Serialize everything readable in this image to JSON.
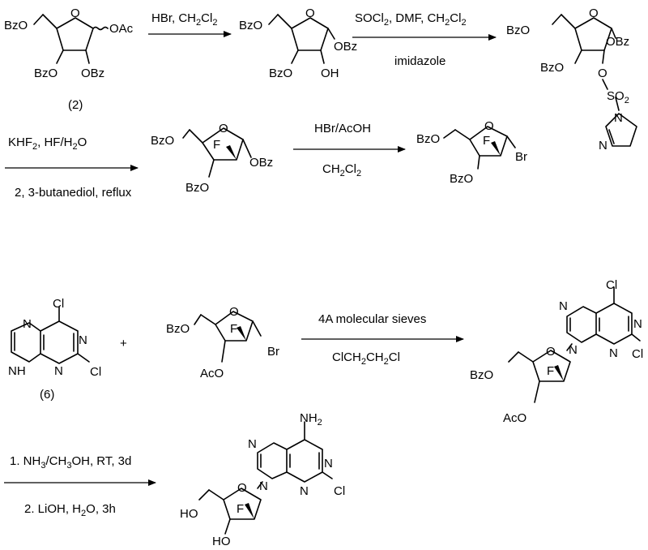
{
  "groups": {
    "bzo": "BzO",
    "obz": "OBz",
    "oac": "OAc",
    "aco": "AcO",
    "oh": "OH",
    "ho": "HO",
    "ring_o": "O",
    "f": "F",
    "br": "Br",
    "o": "O",
    "s": "S",
    "so2_o": "O",
    "so2_sub": "2",
    "n": "N",
    "cl": "Cl",
    "h": "H",
    "nh2_n": "NH",
    "nh2_sub": "2"
  },
  "labels": {
    "compound_2": "(2)",
    "compound_6": "(6)",
    "plus": "+"
  },
  "reactions": {
    "r1_top": "HBr, CH",
    "r1_top_sub": "2",
    "r1_top_tail": "Cl",
    "r1_top_sub2": "2",
    "r2_top_a": "SOCl",
    "r2_top_sub": "2",
    "r2_top_b": ", DMF, CH",
    "r2_top_sub2": "2",
    "r2_top_c": "Cl",
    "r2_top_sub3": "2",
    "r2_bottom": "imidazole",
    "r3_top_a": "KHF",
    "r3_top_sub": "2",
    "r3_top_b": ", HF/H",
    "r3_top_sub2": "2",
    "r3_top_c": "O",
    "r3_bottom": "2, 3-butanediol, reflux",
    "r4_top": "HBr/AcOH",
    "r4_bottom_a": "CH",
    "r4_bottom_sub": "2",
    "r4_bottom_b": "Cl",
    "r4_bottom_sub2": "2",
    "r5_top": "4A molecular sieves",
    "r5_bottom_a": "ClCH",
    "r5_bottom_sub": "2",
    "r5_bottom_b": "CH",
    "r5_bottom_sub2": "2",
    "r5_bottom_c": "Cl",
    "r6_top_a": "1. NH",
    "r6_top_sub": "3",
    "r6_top_b": "/CH",
    "r6_top_sub2": "3",
    "r6_top_c": "OH, RT, 3d",
    "r6_bottom_a": "2. LiOH, H",
    "r6_bottom_sub": "2",
    "r6_bottom_b": "O, 3h"
  }
}
